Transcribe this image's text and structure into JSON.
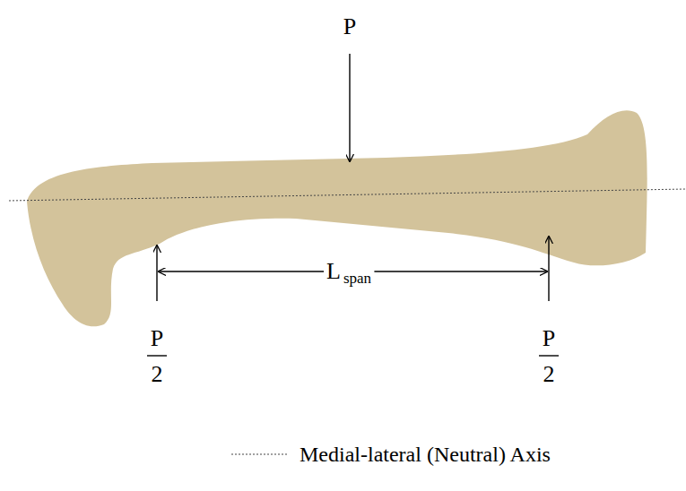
{
  "diagram": {
    "labels": [
      "P",
      "P",
      "2",
      "P",
      "2",
      "L",
      "span"
    ],
    "legend": [
      {
        "text": "Medial-lateral (Neutral) Axis"
      }
    ]
  }
}
